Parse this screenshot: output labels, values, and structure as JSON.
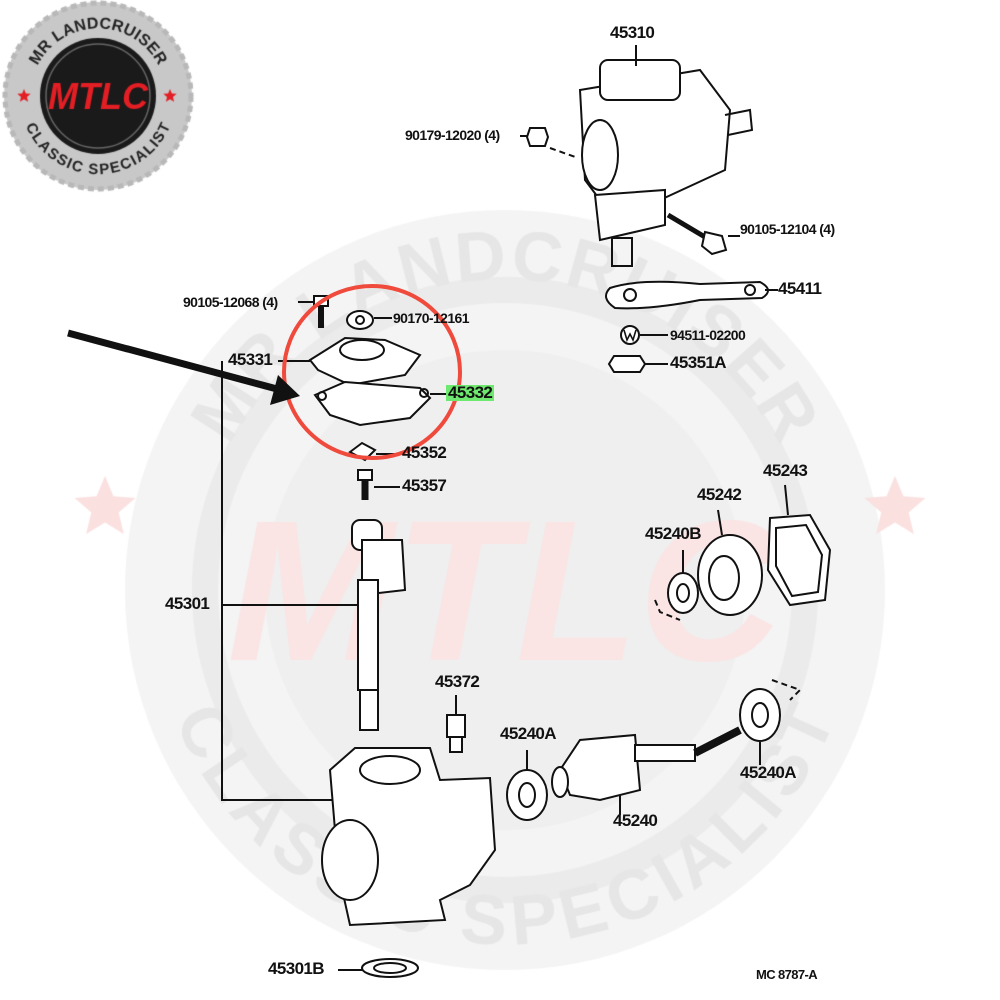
{
  "logo": {
    "top_text": "MR LANDCRUISER",
    "bottom_text": "CLASSIC SPECIALIST",
    "mark": "MTLC",
    "colors": {
      "red": "#e31e24",
      "black": "#1a1a1a",
      "silver": "#c8c8c8"
    }
  },
  "watermark": {
    "top_text": "MR LANDCRUISER",
    "bottom_text": "CLASSIC SPECIALIST",
    "mark": "MTLC"
  },
  "annotations": {
    "highlight_circle_color": "#ef4a3c",
    "highlight_label_color": "#6ee86e",
    "arrow_color": "#111111",
    "highlighted_part": "45332"
  },
  "parts": {
    "p45310": "45310",
    "p90179": "90179-12020 (4)",
    "p90105_12104": "90105-12104 (4)",
    "p45411": "45411",
    "p94511": "94511-02200",
    "p45351A": "45351A",
    "p90105_12068": "90105-12068 (4)",
    "p90170": "90170-12161",
    "p45331": "45331",
    "p45332": "45332",
    "p45352": "45352",
    "p45357": "45357",
    "p45243": "45243",
    "p45242": "45242",
    "p45240B": "45240B",
    "p45301": "45301",
    "p45372": "45372",
    "p45240A_left": "45240A",
    "p45240A_right": "45240A",
    "p45240": "45240",
    "p45301B": "45301B"
  },
  "diagram_code": "MC  8787-A"
}
